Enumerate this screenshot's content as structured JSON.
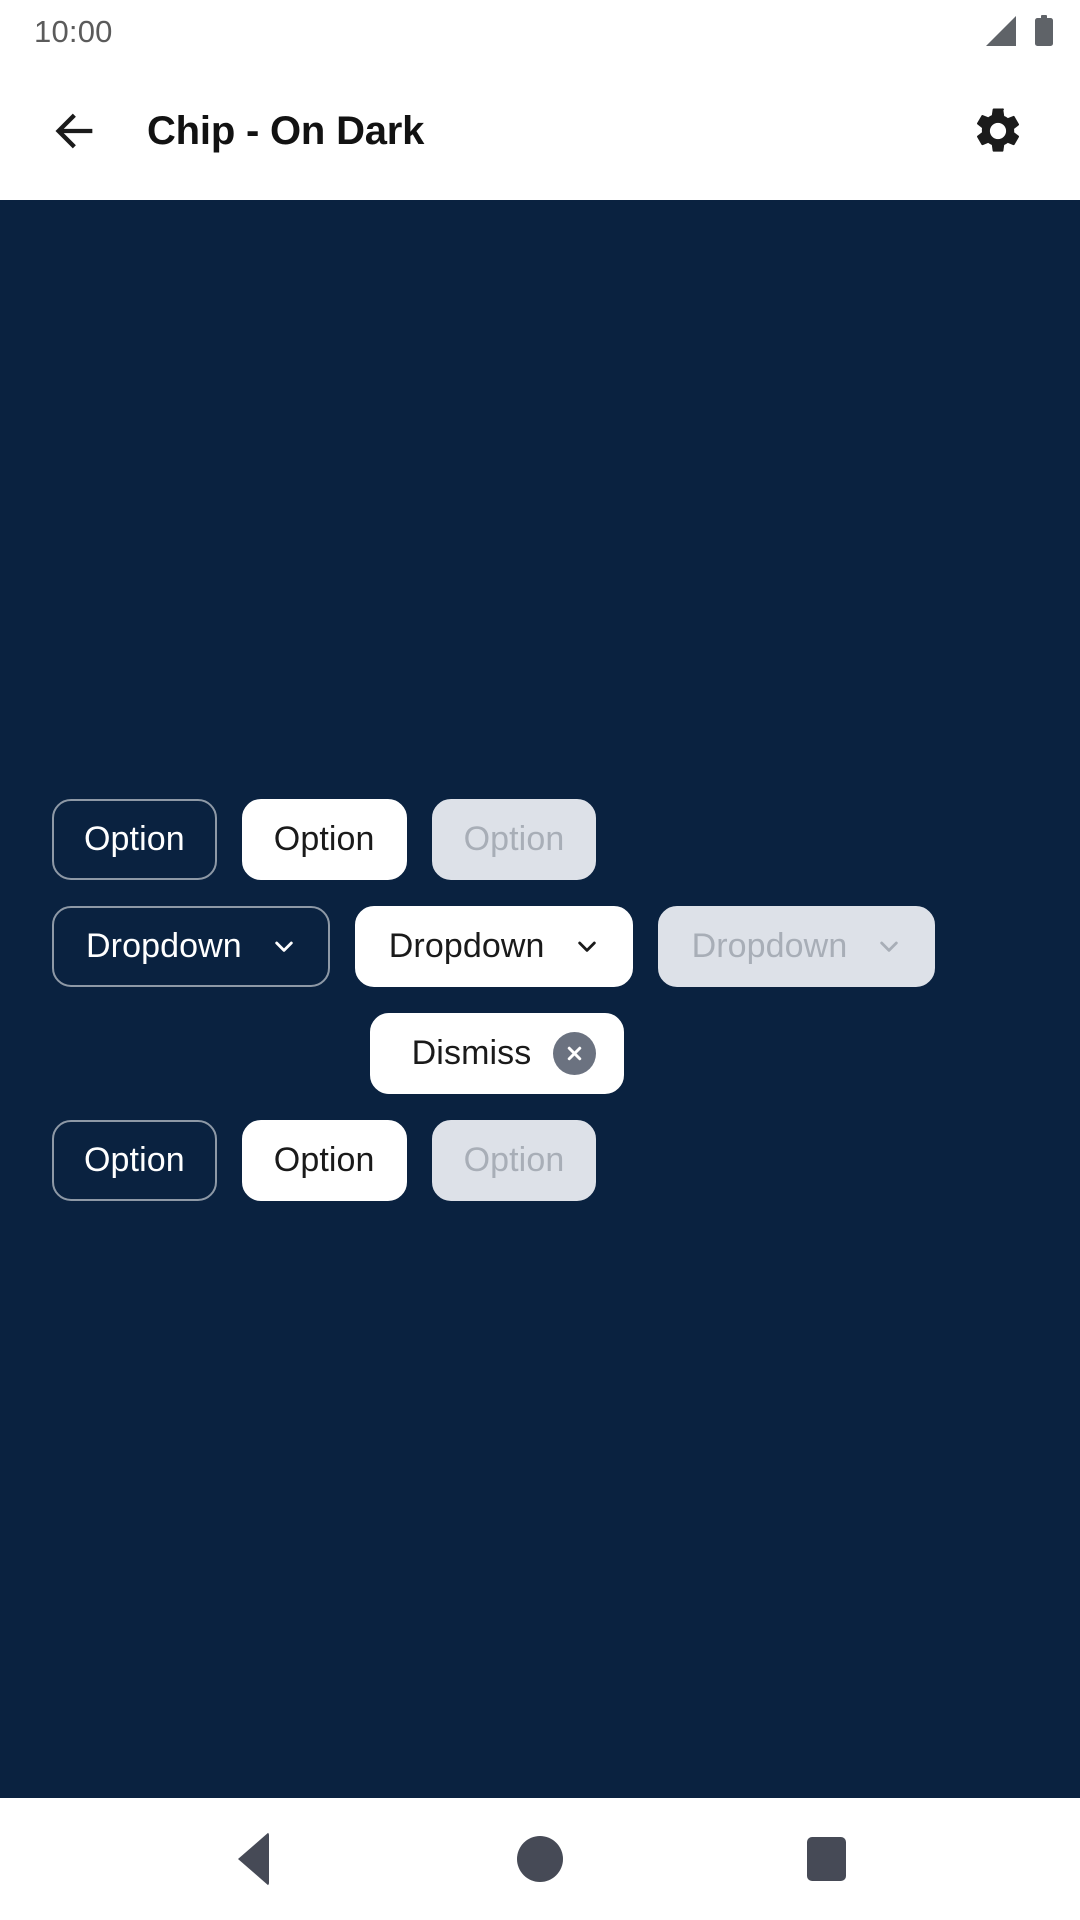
{
  "status_bar": {
    "time": "10:00",
    "signal_icon": "signal-cellular-icon",
    "battery_icon": "battery-full-icon"
  },
  "app_bar": {
    "back_icon": "arrow-left-icon",
    "title": "Chip - On Dark",
    "settings_icon": "gear-icon"
  },
  "theme": {
    "background": "#0A2240",
    "surface_white": "#FFFFFF",
    "outline": "#8E99A6",
    "disabled_bg": "#DDE1E8",
    "disabled_text": "#A8AEB7",
    "on_light_text": "#1A1A1A",
    "close_badge_bg": "#6B7280",
    "nav_icon": "#464A56",
    "status_text": "#5B5B5B"
  },
  "chip_rows": [
    {
      "name": "assist-chip-row",
      "chips": [
        {
          "label": "Option",
          "variant": "outlined",
          "disabled": false
        },
        {
          "label": "Option",
          "variant": "filled",
          "disabled": false
        },
        {
          "label": "Option",
          "variant": "disabled",
          "disabled": true
        }
      ]
    },
    {
      "name": "dropdown-chip-row",
      "chips": [
        {
          "label": "Dropdown",
          "variant": "outlined",
          "disabled": false,
          "trailing_icon": "chevron-down-icon"
        },
        {
          "label": "Dropdown",
          "variant": "filled",
          "disabled": false,
          "trailing_icon": "chevron-down-icon"
        },
        {
          "label": "Dropdown",
          "variant": "disabled",
          "disabled": true,
          "trailing_icon": "chevron-down-icon"
        }
      ]
    },
    {
      "name": "dismiss-chip-row",
      "centered": true,
      "chips": [
        {
          "label": "Dismiss",
          "variant": "filled",
          "disabled": false,
          "trailing_icon": "close-circle-icon"
        }
      ]
    },
    {
      "name": "filter-chip-row",
      "chips": [
        {
          "label": "Option",
          "variant": "outlined",
          "disabled": false
        },
        {
          "label": "Option",
          "variant": "filled",
          "disabled": false
        },
        {
          "label": "Option",
          "variant": "disabled",
          "disabled": true
        }
      ]
    }
  ],
  "nav_bar": {
    "back_label": "back-triangle-icon",
    "home_label": "home-circle-icon",
    "recents_label": "recents-square-icon"
  }
}
